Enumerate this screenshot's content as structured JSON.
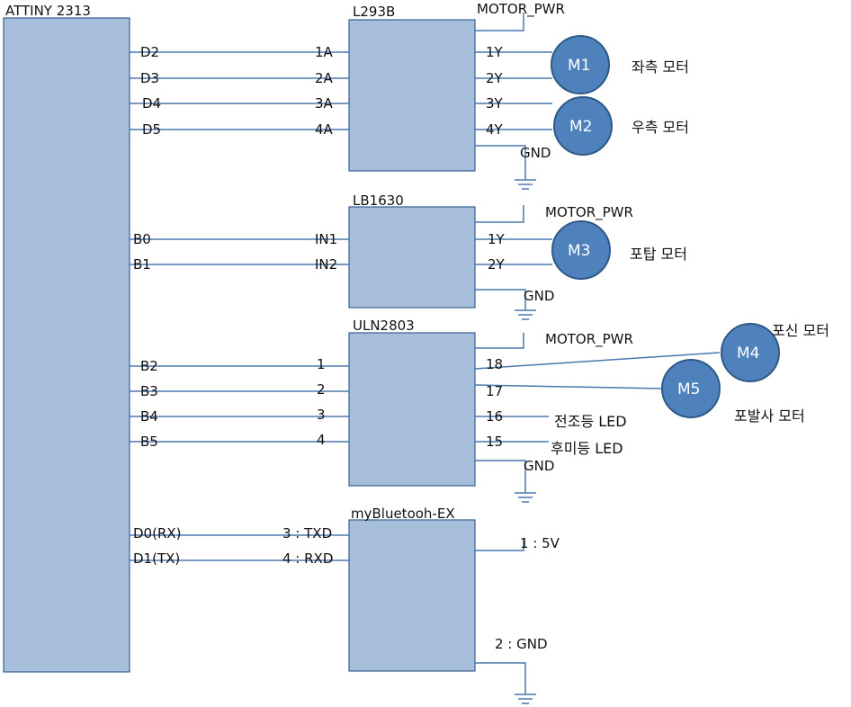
{
  "colors": {
    "wire": "#4a78b0",
    "block_fill": "#a8bfdc",
    "block_stroke": "#365f91",
    "motor_fill": "#4f81bd"
  },
  "mcu": {
    "name": "ATTINY 2313",
    "pins": [
      "D2",
      "D3",
      "D4",
      "D5",
      "B0",
      "B1",
      "B2",
      "B3",
      "B4",
      "B5",
      "D0(RX)",
      "D1(TX)"
    ]
  },
  "l293b": {
    "name": "L293B",
    "inputs": [
      "1A",
      "2A",
      "3A",
      "4A"
    ],
    "outputs": [
      "1Y",
      "2Y",
      "3Y",
      "4Y"
    ],
    "power": "MOTOR_PWR",
    "gnd": "GND"
  },
  "lb1630": {
    "name": "LB1630",
    "inputs": [
      "IN1",
      "IN2"
    ],
    "outputs": [
      "1Y",
      "2Y"
    ],
    "power": "MOTOR_PWR",
    "gnd": "GND"
  },
  "uln2803": {
    "name": "ULN2803",
    "inputs": [
      "1",
      "2",
      "3",
      "4"
    ],
    "outputs": [
      "18",
      "17",
      "16",
      "15"
    ],
    "power": "MOTOR_PWR",
    "gnd": "GND",
    "led1": "전조등 LED",
    "led2": "후미등 LED"
  },
  "bluetooth": {
    "name": "myBluetooh-EX",
    "inputs": [
      "3 : TXD",
      "4 : RXD"
    ],
    "pin_5v": "1 : 5V",
    "pin_gnd": "2 : GND"
  },
  "motors": [
    {
      "id": "M1",
      "desc": "좌측 모터"
    },
    {
      "id": "M2",
      "desc": "우측 모터"
    },
    {
      "id": "M3",
      "desc": "포탑 모터"
    },
    {
      "id": "M4",
      "desc": "포신 모터"
    },
    {
      "id": "M5",
      "desc": "포발사 모터"
    }
  ]
}
